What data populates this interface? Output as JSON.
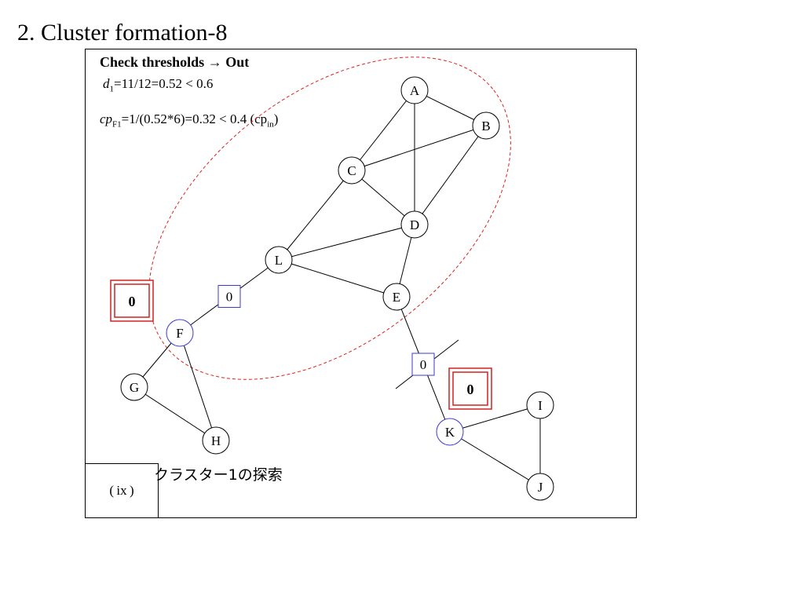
{
  "slide": {
    "title": "2. Cluster formation-8"
  },
  "panel": {
    "heading": "Check thresholds → Out",
    "formula1": {
      "var": "d",
      "sub": "1",
      "rest": "=11/12=0.52 < 0.6"
    },
    "formula2": {
      "var": "cp",
      "sub": "F1",
      "rest": "=1/(0.52*6)=0.32 < 0.4 (cp",
      "sub2": "in",
      "tail": ")"
    },
    "caption": "クラスター1の探索",
    "ix_label": "( ix )"
  },
  "graph": {
    "nodes": [
      {
        "id": "A",
        "label": "A",
        "highlight": false
      },
      {
        "id": "B",
        "label": "B",
        "highlight": false
      },
      {
        "id": "C",
        "label": "C",
        "highlight": false
      },
      {
        "id": "D",
        "label": "D",
        "highlight": false
      },
      {
        "id": "L",
        "label": "L",
        "highlight": false
      },
      {
        "id": "E",
        "label": "E",
        "highlight": false
      },
      {
        "id": "F",
        "label": "F",
        "highlight": true
      },
      {
        "id": "G",
        "label": "G",
        "highlight": false
      },
      {
        "id": "H",
        "label": "H",
        "highlight": false
      },
      {
        "id": "K",
        "label": "K",
        "highlight": true
      },
      {
        "id": "I",
        "label": "I",
        "highlight": false
      },
      {
        "id": "J",
        "label": "J",
        "highlight": false
      }
    ],
    "edges": [
      [
        "A",
        "B"
      ],
      [
        "A",
        "C"
      ],
      [
        "A",
        "D"
      ],
      [
        "B",
        "C"
      ],
      [
        "B",
        "D"
      ],
      [
        "C",
        "D"
      ],
      [
        "C",
        "L"
      ],
      [
        "D",
        "L"
      ],
      [
        "D",
        "E"
      ],
      [
        "L",
        "E"
      ],
      [
        "L",
        "F"
      ],
      [
        "E",
        "K"
      ],
      [
        "F",
        "G"
      ],
      [
        "F",
        "H"
      ],
      [
        "G",
        "H"
      ],
      [
        "K",
        "I"
      ],
      [
        "K",
        "J"
      ],
      [
        "I",
        "J"
      ]
    ],
    "edge_weights": [
      {
        "edge": "L-F",
        "label": "0"
      },
      {
        "edge": "E-K",
        "label": "0"
      }
    ],
    "node_weights": [
      {
        "near": "F",
        "label": "0"
      },
      {
        "near": "K",
        "label": "0"
      }
    ],
    "colors": {
      "node_stroke": "#000000",
      "highlight_stroke": "#3a3acf",
      "cluster_ellipse": "#e02020",
      "weight_box": "#3a3acf",
      "node_weight_box": "#d42020"
    }
  }
}
